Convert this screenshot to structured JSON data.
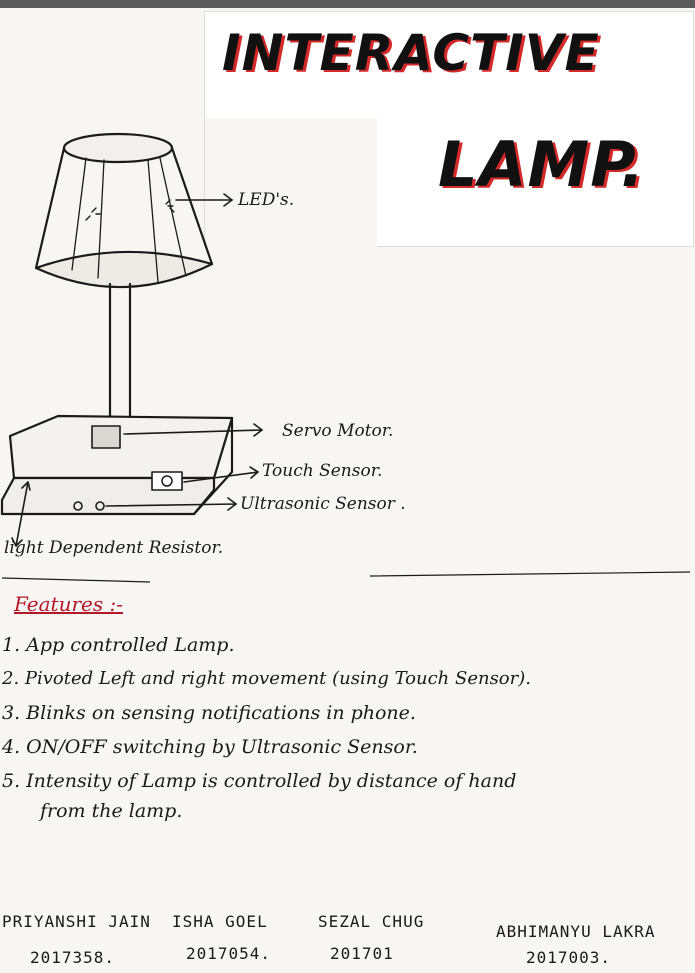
{
  "title": {
    "line1": "INTERACTIVE",
    "line2": "LAMP."
  },
  "labels": {
    "leds": "LED's.",
    "servo_motor": "Servo Motor.",
    "touch_sensor": "Touch Sensor.",
    "ultrasonic_sensor": "Ultrasonic Sensor .",
    "ldr": "light Dependent Resistor."
  },
  "features": {
    "heading": "Features :-",
    "items": [
      "1. App controlled Lamp.",
      "2. Pivoted Left and right movement (using Touch Sensor).",
      "3. Blinks on sensing notifications in phone.",
      "4. ON/OFF switching by Ultrasonic Sensor.",
      "5. Intensity of Lamp is controlled by distance of hand",
      "from the lamp."
    ]
  },
  "authors": [
    {
      "name": "PRIYANSHI JAIN",
      "id": "2017358."
    },
    {
      "name": "ISHA GOEL",
      "id": "2017054."
    },
    {
      "name": "SEZAL CHUG",
      "id": "201701"
    },
    {
      "name": "ABHIMANYU LAKRA",
      "id": "2017003."
    }
  ],
  "colors": {
    "ink": "#1b1b1b",
    "accent_red": "#d32a2a",
    "heading_red": "#b4162a",
    "paper": "#f7f6f2"
  }
}
